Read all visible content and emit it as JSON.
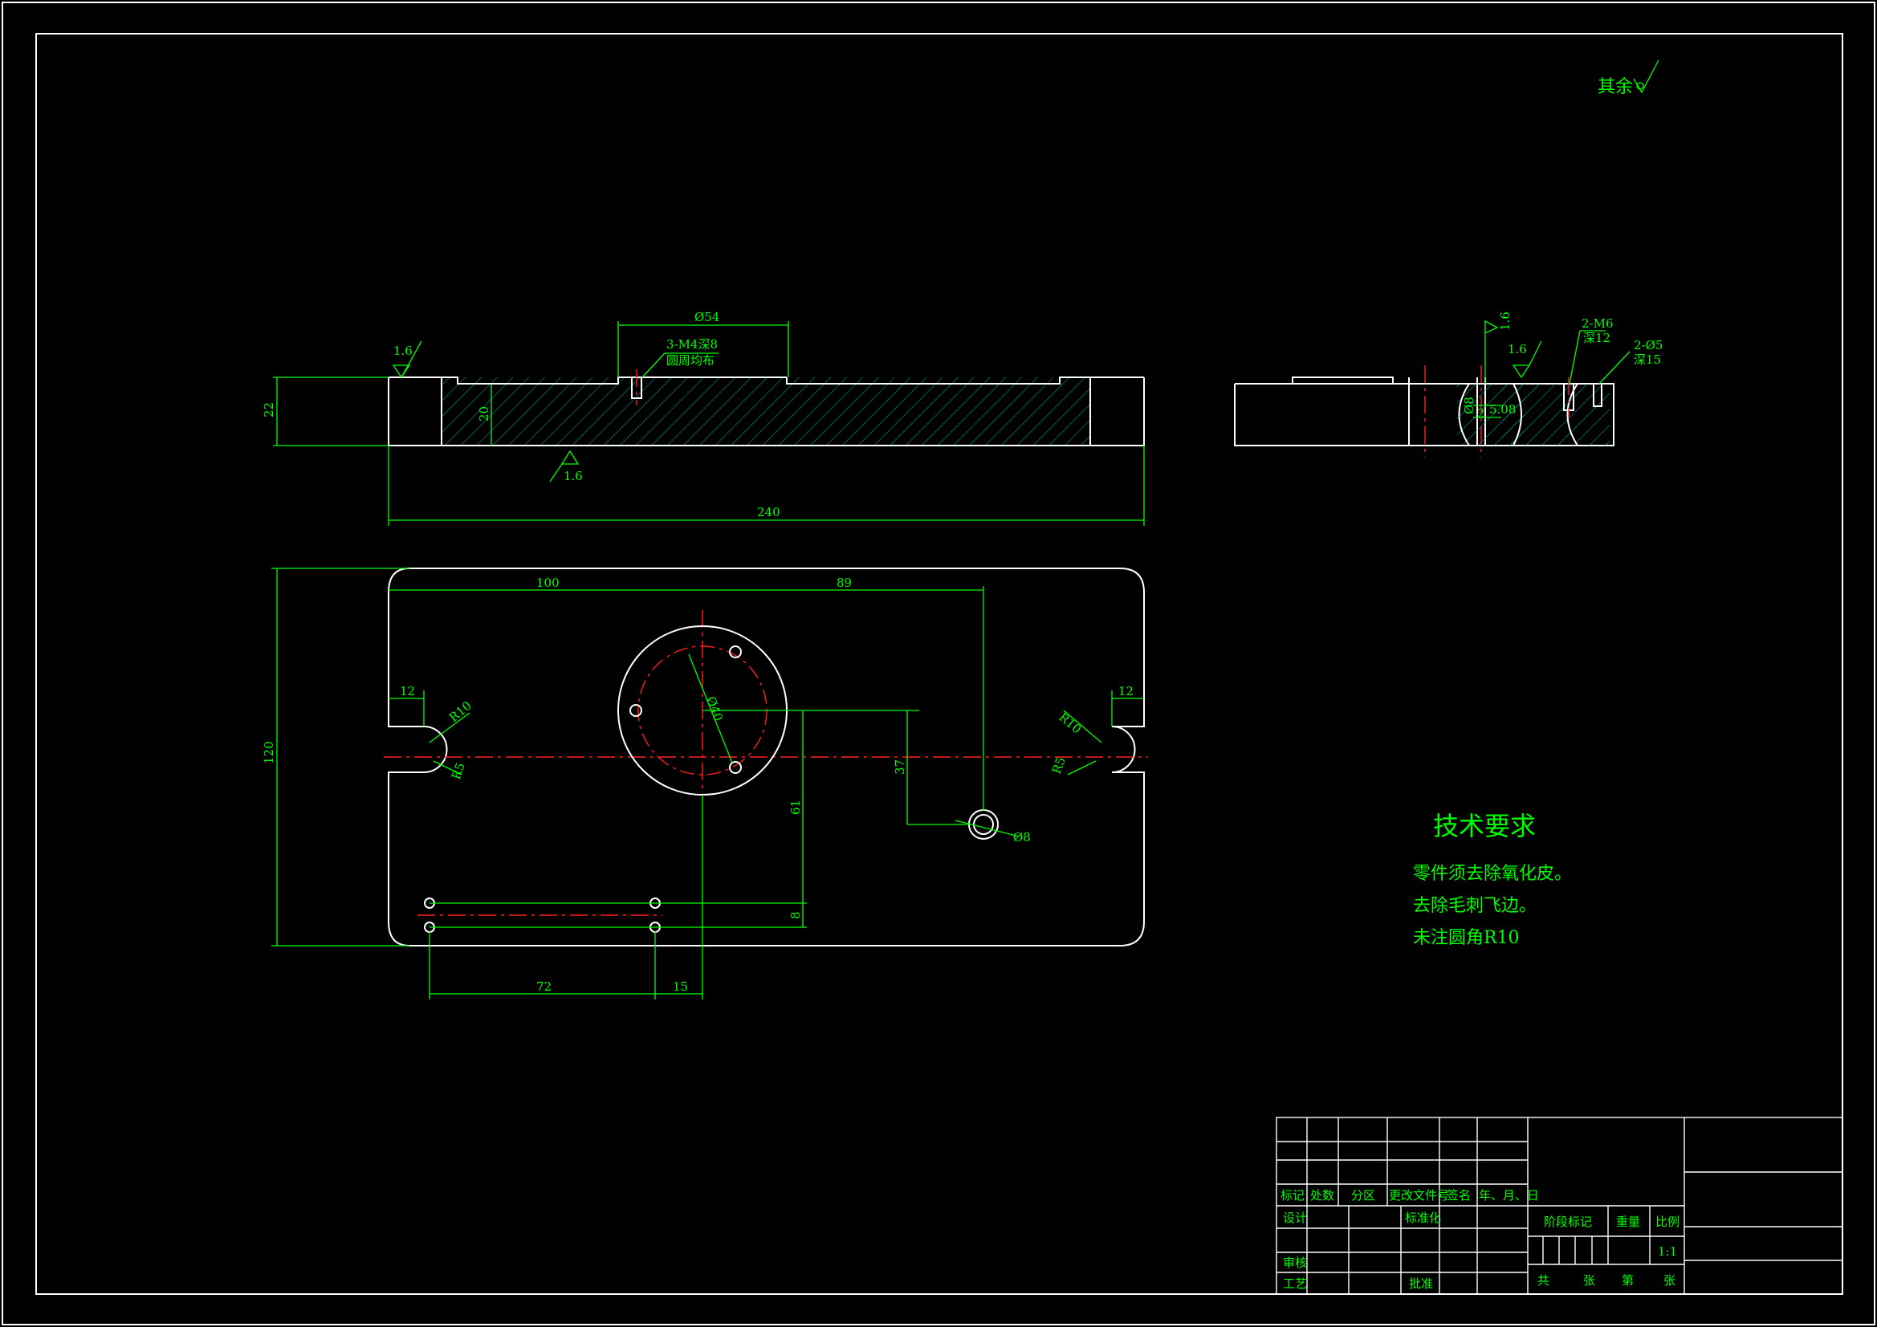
{
  "corner_note": "其余",
  "dimensions": {
    "phi54": "Ø54",
    "hole_note_1": "3-M4深8",
    "hole_note_2": "圆周均布",
    "d22": "22",
    "d20": "20",
    "d240": "240",
    "d100": "100",
    "d89": "89",
    "d12_left": "12",
    "d12_right": "12",
    "r10_left": "R10",
    "r5_left": "R5",
    "r10_right": "R10",
    "r5_right": "R5",
    "phi40": "Ø40",
    "d37": "37",
    "d61": "61",
    "phi8": "Ø8",
    "d8": "8",
    "d72": "72",
    "d15": "15",
    "d120": "120",
    "side_m6": "2-M6",
    "side_m6_depth": "深12",
    "side_phi5": "2-Ø5",
    "side_phi5_depth": "深15",
    "side_small_1": "2",
    "side_small_2": "5.08",
    "side_small_3": "Ø8"
  },
  "roughness": {
    "front_top": "1.6",
    "front_bottom": "1.6",
    "side_a": "1.6",
    "side_b": "1.6"
  },
  "tech_requirements": {
    "title": "技术要求",
    "items": [
      "零件须去除氧化皮。",
      "去除毛刺飞边。",
      "未注圆角R10"
    ]
  },
  "title_block": {
    "mark": "标记",
    "count": "处数",
    "zone": "分区",
    "change_doc": "更改文件号",
    "signature": "签名",
    "date": "年、月、日",
    "design": "设计",
    "standardize": "标准化",
    "review": "审核",
    "process": "工艺",
    "approve": "批准",
    "stage_mark": "阶段标记",
    "weight": "重量",
    "scale": "比例",
    "scale_value": "1:1",
    "total": "共",
    "sheet": "张",
    "page_no": "第",
    "sheet2": "张"
  }
}
